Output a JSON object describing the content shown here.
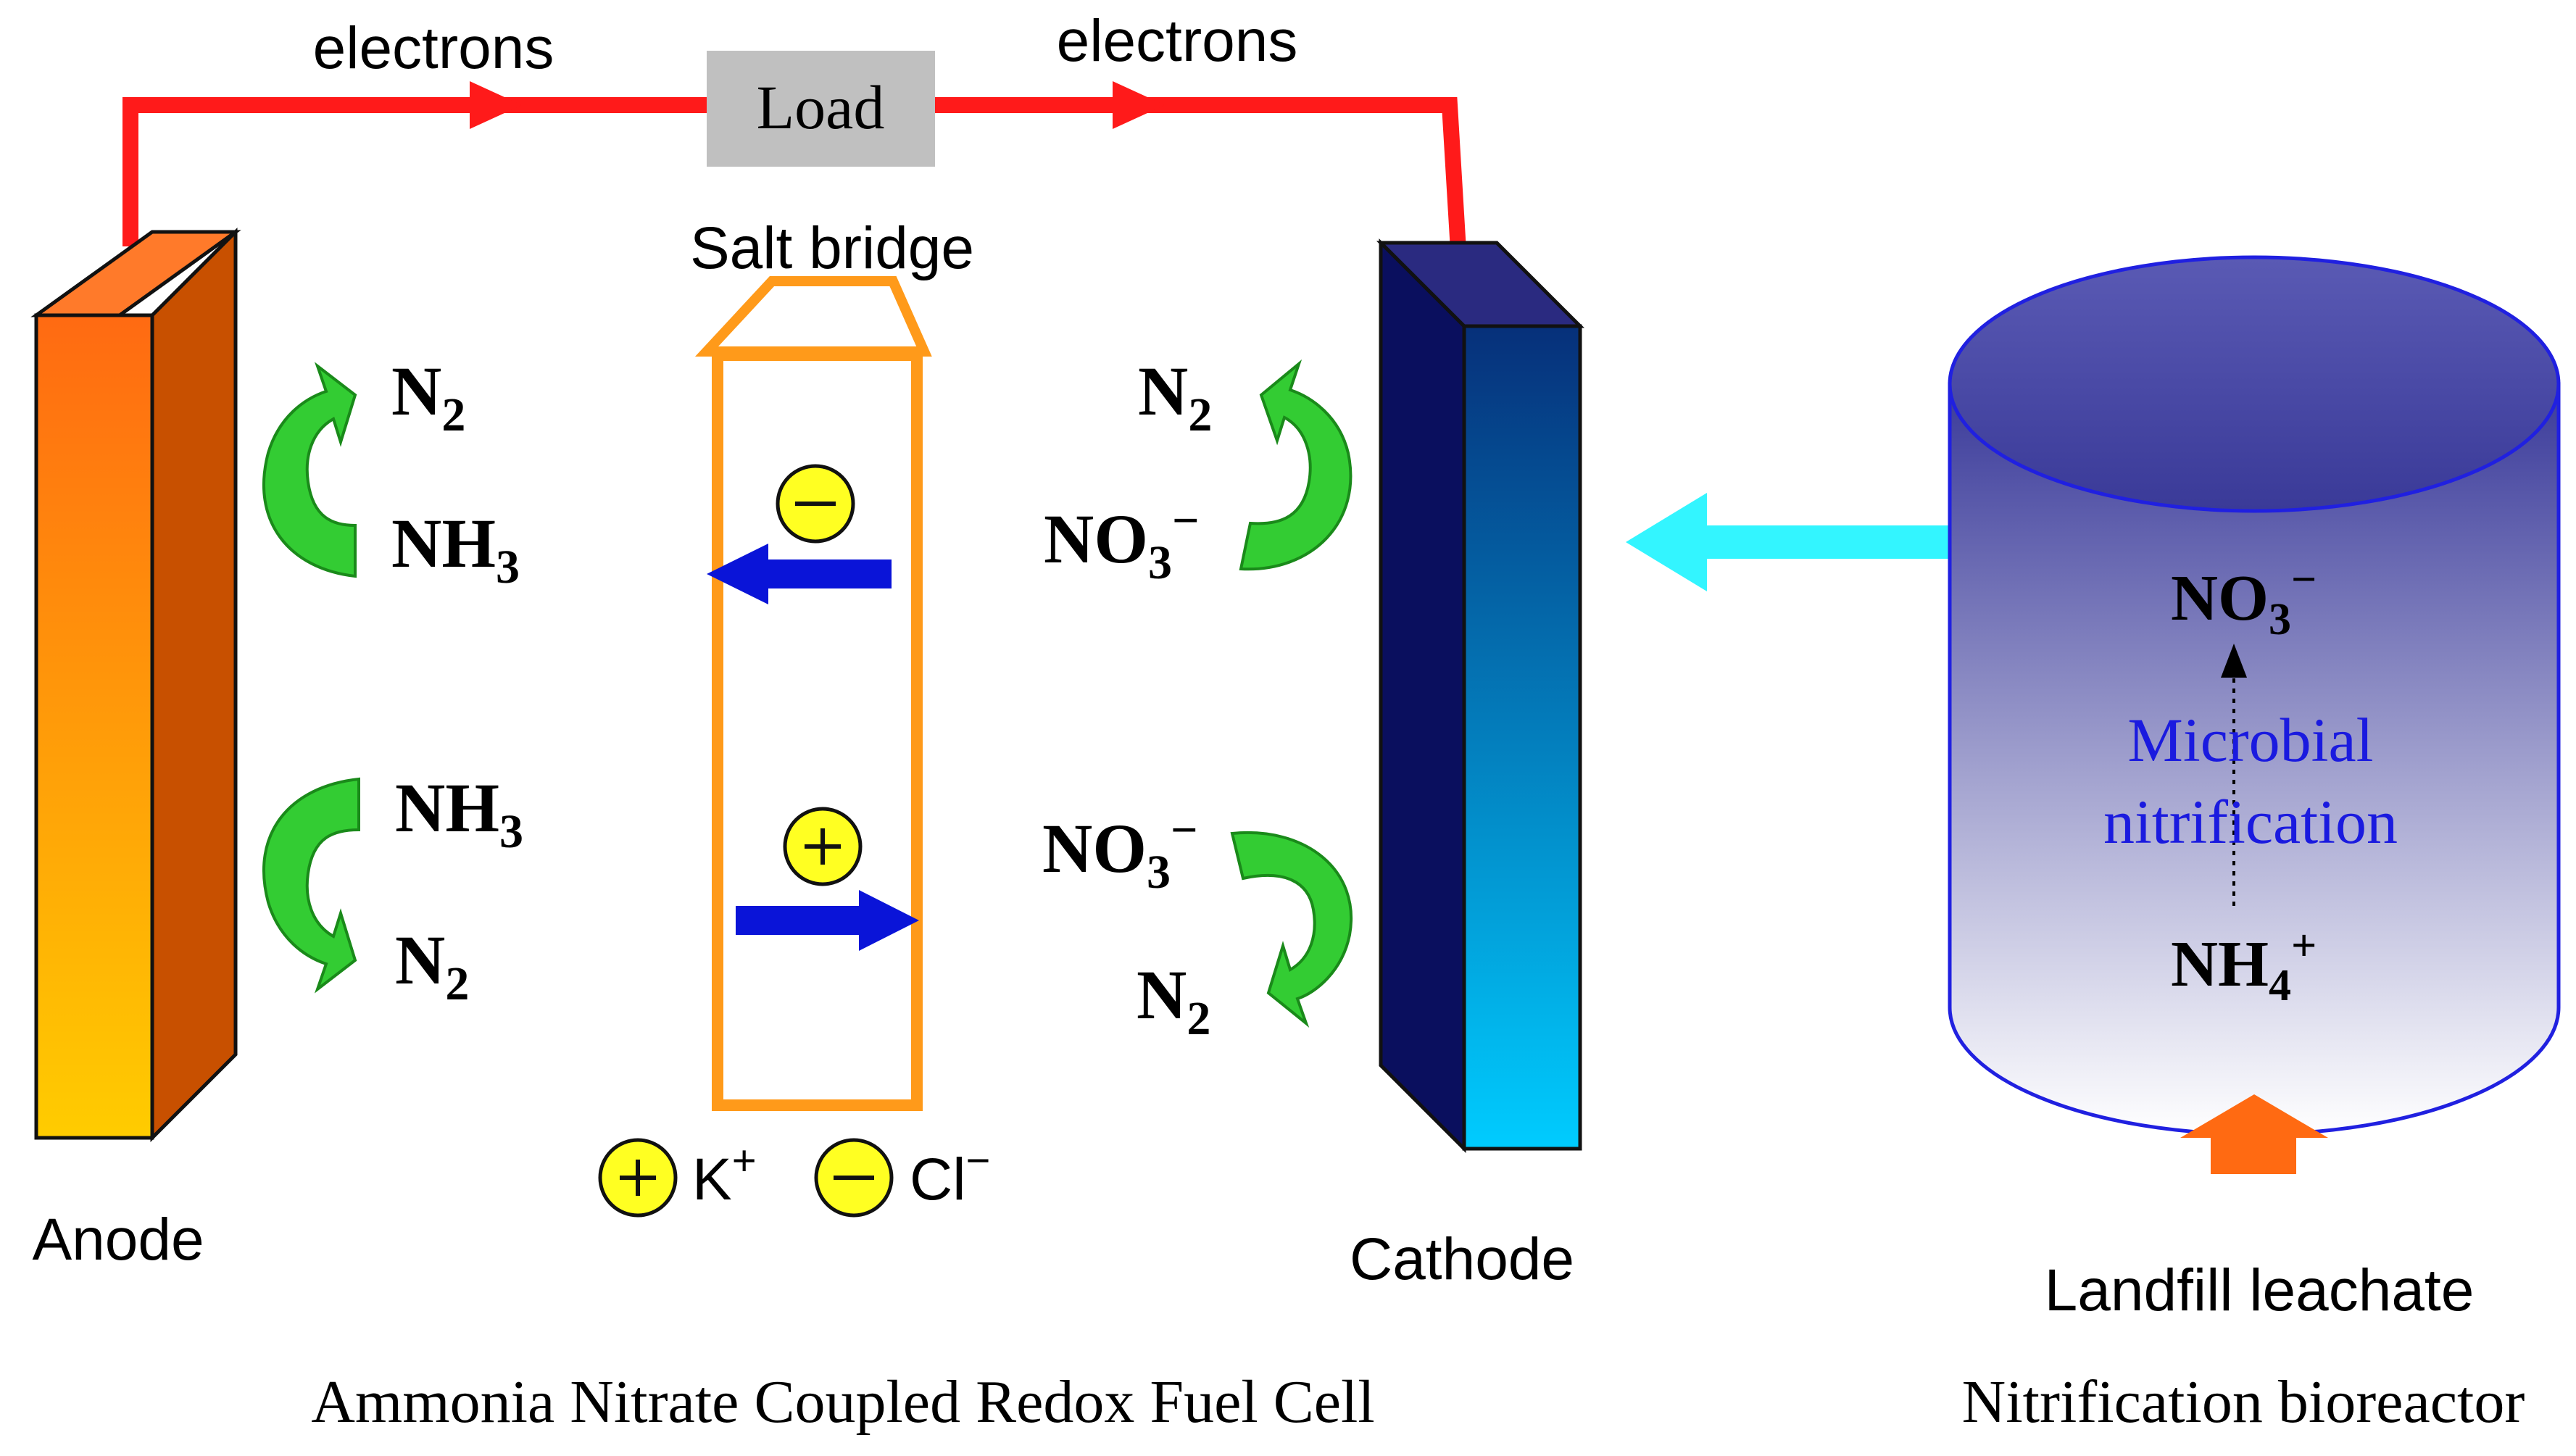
{
  "circuit": {
    "electrons_left": "electrons",
    "electrons_right": "electrons",
    "load_label": "Load"
  },
  "salt_bridge": {
    "title": "Salt bridge",
    "legend_k_label": "K",
    "legend_k_charge": "+",
    "legend_cl_label": "Cl",
    "legend_cl_charge": "−"
  },
  "anode": {
    "label": "Anode",
    "top_reaction": {
      "product": "N",
      "product_sub": "2",
      "reactant": "NH",
      "reactant_sub": "3"
    },
    "bottom_reaction": {
      "reactant": "NH",
      "reactant_sub": "3",
      "product": "N",
      "product_sub": "2"
    }
  },
  "cathode": {
    "label": "Cathode",
    "top_reaction": {
      "product": "N",
      "product_sub": "2",
      "reactant": "NO",
      "reactant_sub": "3",
      "reactant_sup": "−"
    },
    "bottom_reaction": {
      "reactant": "NO",
      "reactant_sub": "3",
      "reactant_sup": "−",
      "product": "N",
      "product_sub": "2"
    }
  },
  "bioreactor": {
    "top_species": {
      "base": "NO",
      "sub": "3",
      "sup": "−"
    },
    "process_line1": "Microbial",
    "process_line2": "nitrification",
    "bottom_species": {
      "base": "NH",
      "sub": "4",
      "sup": "+"
    },
    "input_label": "Landfill leachate"
  },
  "captions": {
    "fuel_cell": "Ammonia Nitrate Coupled Redox Fuel Cell",
    "bioreactor": "Nitrification bioreactor"
  },
  "colors": {
    "wire": "#ff1a1a",
    "load_box": "#c0c0c0",
    "salt_bridge": "#ff9a1a",
    "ion_arrow": "#0a14d8",
    "reaction_arrow": "#33cc33",
    "feed_arrow": "#33f5ff",
    "leachate_arrow": "#ff6a12",
    "ion_fill": "#ffff22",
    "process_text": "#1a1adf"
  }
}
